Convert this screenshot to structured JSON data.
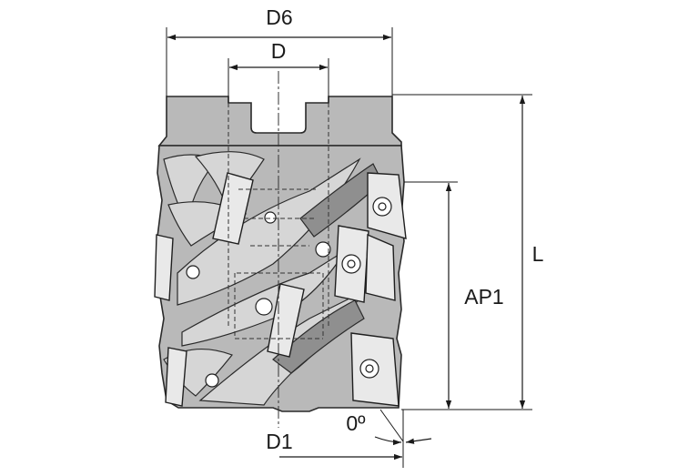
{
  "drawing": {
    "labels": {
      "d6": "D6",
      "d": "D",
      "l": "L",
      "ap1": "AP1",
      "d1": "D1",
      "angle": "0º"
    },
    "colors": {
      "line": "#1a1a1a",
      "body": "#b9b9b9",
      "insert": "#e9e9e9"
    }
  }
}
